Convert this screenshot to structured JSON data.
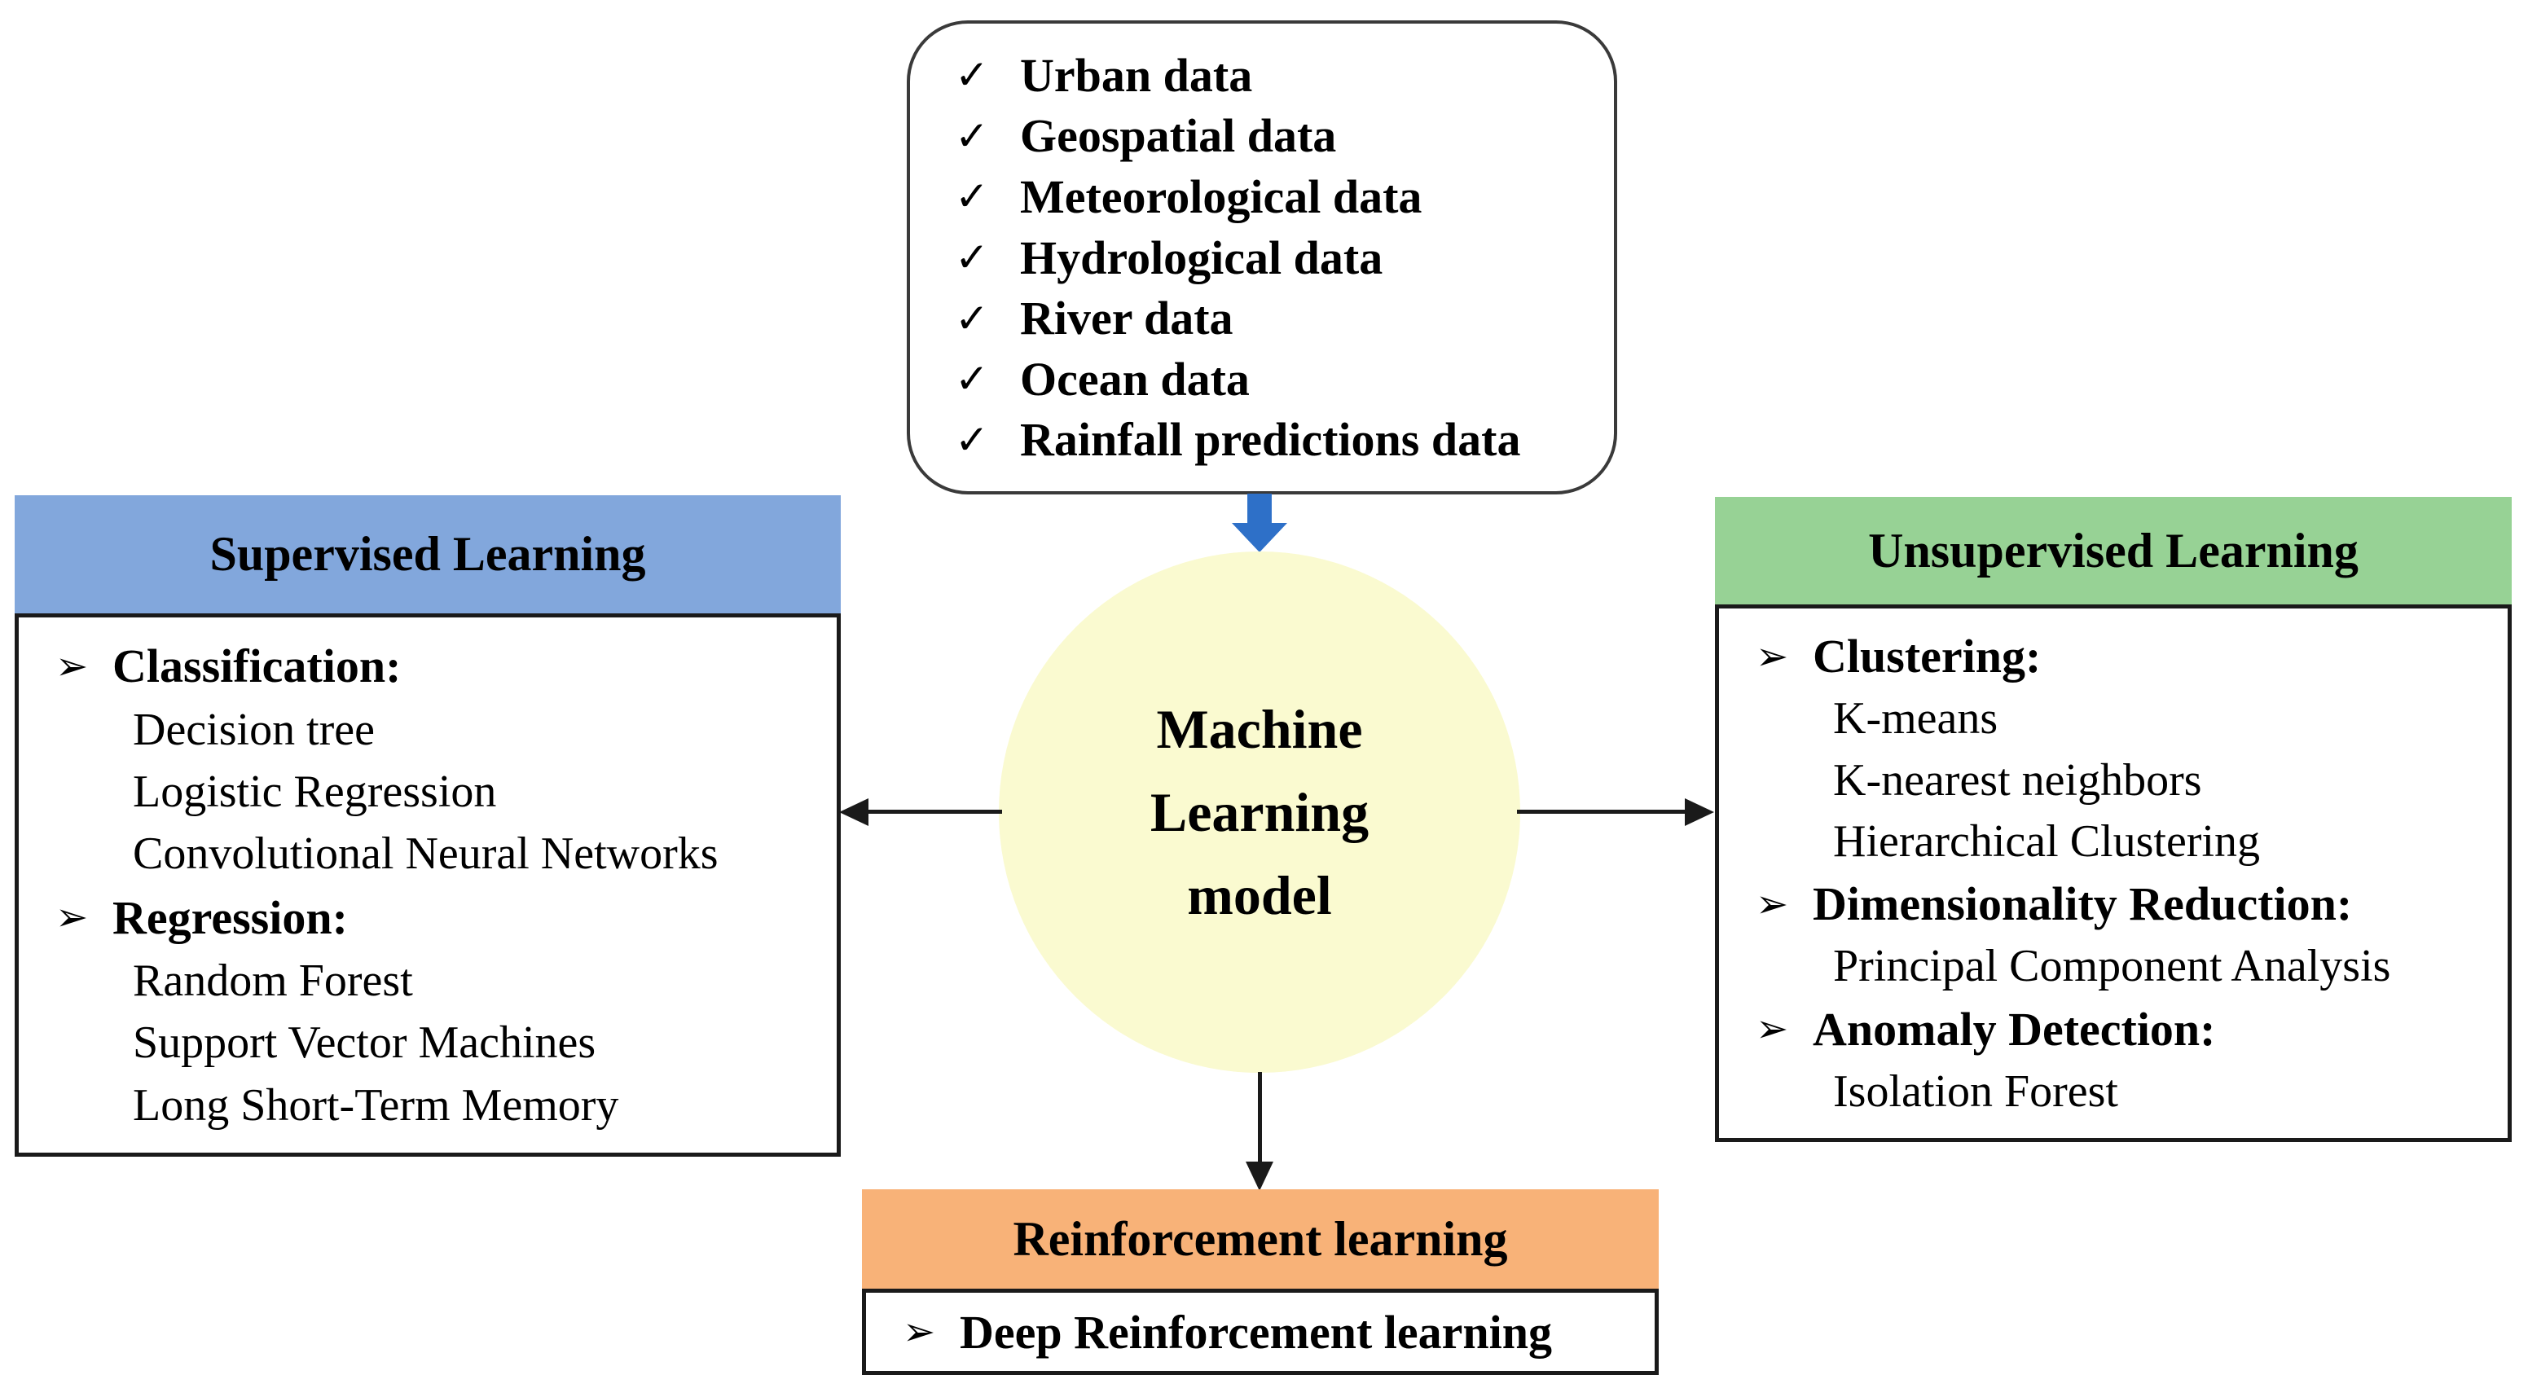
{
  "colors": {
    "header_blue": "#82a7dc",
    "header_green": "#97d295",
    "header_orange": "#f8b278",
    "circle_yellow": "#fafad0",
    "arrow_blue": "#2e70c8"
  },
  "glyphs": {
    "check": "✓",
    "bullet": "➢"
  },
  "input_panel": {
    "items": [
      "Urban data",
      "Geospatial data",
      "Meteorological data",
      "Hydrological data",
      "River data",
      "Ocean data",
      "Rainfall predictions data"
    ]
  },
  "ml_circle": {
    "label": "Machine Learning model",
    "lines": [
      "Machine",
      "Learning",
      "model"
    ]
  },
  "supervised": {
    "title": "Supervised Learning",
    "items": [
      "Classification:",
      "Decision tree",
      "Logistic Regression",
      "Convolutional Neural Networks",
      "Regression:",
      "Random Forest",
      "Support Vector Machines",
      "Long Short-Term Memory"
    ]
  },
  "unsupervised": {
    "title": "Unsupervised Learning",
    "items": [
      "Clustering:",
      "K-means",
      "K-nearest neighbors",
      "Hierarchical Clustering",
      "Dimensionality Reduction:",
      "Principal Component Analysis",
      "Anomaly Detection:",
      "Isolation Forest"
    ]
  },
  "reinforcement": {
    "title": "Reinforcement learning",
    "items": [
      "Deep Reinforcement learning"
    ]
  }
}
